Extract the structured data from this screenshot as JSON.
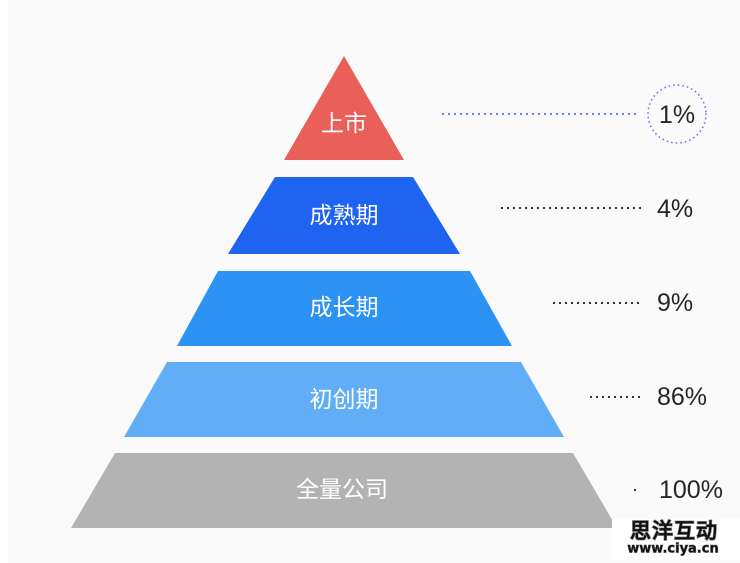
{
  "pyramid": {
    "levels": [
      {
        "label": "上市",
        "value": "1%",
        "color": "#ea5f5a",
        "highlighted": true
      },
      {
        "label": "成熟期",
        "value": "4%",
        "color": "#1f63f1"
      },
      {
        "label": "成长期",
        "value": "9%",
        "color": "#2c92f3"
      },
      {
        "label": "初创期",
        "value": "86%",
        "color": "#62aef6"
      },
      {
        "label": "全量公司",
        "value": "100%",
        "color": "#b3b3b3"
      }
    ],
    "highlight_color": "#6278d9",
    "leader_color": "#1e1e1e"
  },
  "watermark": {
    "name": "思洋互动",
    "url": "www.ciya.cn"
  }
}
